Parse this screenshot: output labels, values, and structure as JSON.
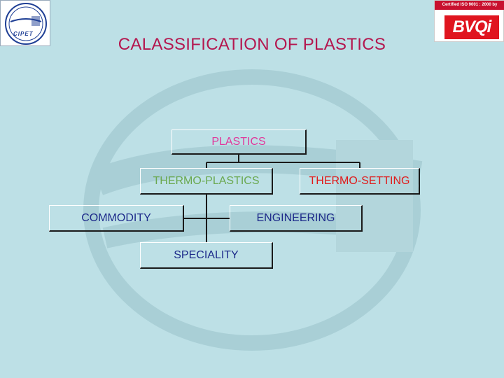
{
  "logo_left": {
    "text": "CIPET"
  },
  "logo_right": {
    "cert_text": "Certified ISO 9001 : 2000 by",
    "brand": "BVQi"
  },
  "title": "CALASSIFICATION OF PLASTICS",
  "nodes": {
    "plastics": "PLASTICS",
    "thermoplastics": "THERMO-PLASTICS",
    "thermosetting": "THERMO-SETTING",
    "commodity": "COMMODITY",
    "engineering": "ENGINEERING",
    "speciality": "SPECIALITY"
  },
  "colors": {
    "background": "#bde0e6",
    "title": "#b4174f",
    "plastics": "#e0379a",
    "thermoplastics": "#6aa84f",
    "thermosetting": "#e01b1b",
    "subtypes": "#1d2a8a"
  }
}
